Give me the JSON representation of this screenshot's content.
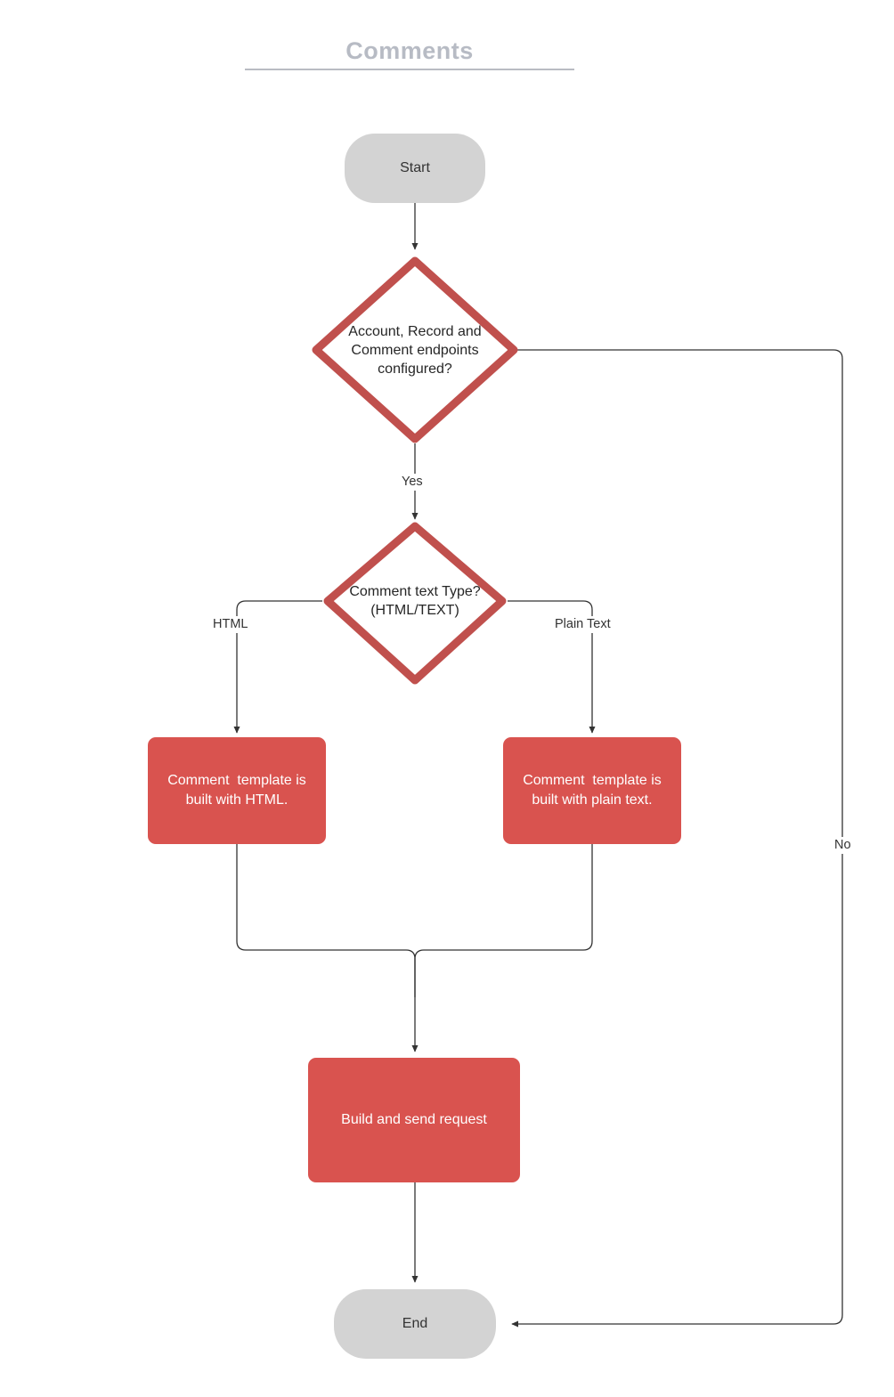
{
  "diagram": {
    "title": "Comments",
    "type": "flowchart",
    "colors": {
      "title": "#b7bbc4",
      "terminator_fill": "#d3d3d3",
      "decision_stroke": "#c0504d",
      "decision_fill": "#ffffff",
      "process_fill": "#d9534f",
      "process_text": "#ffffff",
      "connector": "#4d4d4d",
      "node_text": "#333333"
    },
    "nodes": [
      {
        "id": "start",
        "shape": "terminator",
        "label": "Start"
      },
      {
        "id": "decision1",
        "shape": "decision",
        "label": "Account, Record and\nComment endpoints\nconfigured?"
      },
      {
        "id": "decision2",
        "shape": "decision",
        "label": "Comment text Type?\n(HTML/TEXT)"
      },
      {
        "id": "html_box",
        "shape": "process",
        "label": "Comment  template is\nbuilt with HTML."
      },
      {
        "id": "plain_box",
        "shape": "process",
        "label": "Comment  template is\nbuilt with plain text."
      },
      {
        "id": "build_send",
        "shape": "process",
        "label": "Build and send request"
      },
      {
        "id": "end",
        "shape": "terminator",
        "label": "End"
      }
    ],
    "edges": [
      {
        "id": "e1",
        "from": "start",
        "to": "decision1",
        "label": ""
      },
      {
        "id": "e2",
        "from": "decision1",
        "to": "decision2",
        "label": "Yes"
      },
      {
        "id": "e3",
        "from": "decision1",
        "to": "end",
        "label": "No"
      },
      {
        "id": "e4",
        "from": "decision2",
        "to": "html_box",
        "label": "HTML"
      },
      {
        "id": "e5",
        "from": "decision2",
        "to": "plain_box",
        "label": "Plain Text"
      },
      {
        "id": "e6",
        "from": "html_box",
        "to": "build_send",
        "label": ""
      },
      {
        "id": "e7",
        "from": "plain_box",
        "to": "build_send",
        "label": ""
      },
      {
        "id": "e8",
        "from": "build_send",
        "to": "end",
        "label": ""
      }
    ]
  }
}
